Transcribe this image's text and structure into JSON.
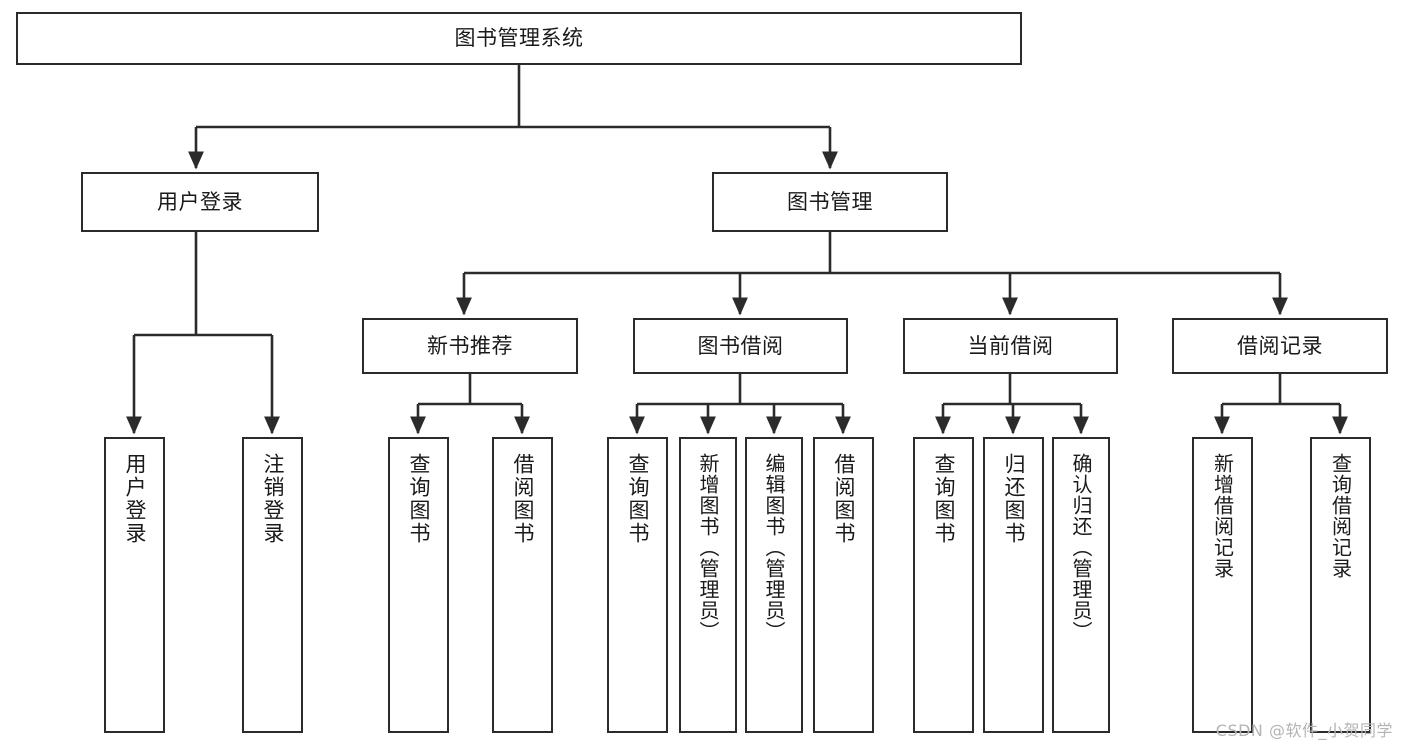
{
  "diagram": {
    "title": "图书管理系统",
    "watermark": "CSDN @软件_小贺同学",
    "colors": {
      "box_border": "#2b2b2b",
      "box_fill": "#ffffff",
      "connector": "#2b2b2b",
      "text": "#1a1a1a",
      "watermark": "#b4b4b4"
    },
    "levels": {
      "root": {
        "label": "图书管理系统"
      },
      "level2": [
        {
          "label": "用户登录"
        },
        {
          "label": "图书管理"
        }
      ],
      "level3": [
        {
          "label": "新书推荐"
        },
        {
          "label": "图书借阅"
        },
        {
          "label": "当前借阅"
        },
        {
          "label": "借阅记录"
        }
      ],
      "leaves": [
        {
          "label": "用户登录",
          "parent": "用户登录"
        },
        {
          "label": "注销登录",
          "parent": "用户登录"
        },
        {
          "label": "查询图书",
          "parent": "新书推荐"
        },
        {
          "label": "借阅图书",
          "parent": "新书推荐"
        },
        {
          "label": "查询图书",
          "parent": "图书借阅"
        },
        {
          "label": "新增图书（管理员）",
          "parent": "图书借阅"
        },
        {
          "label": "编辑图书（管理员）",
          "parent": "图书借阅"
        },
        {
          "label": "借阅图书",
          "parent": "图书借阅"
        },
        {
          "label": "查询图书",
          "parent": "当前借阅"
        },
        {
          "label": "归还图书",
          "parent": "当前借阅"
        },
        {
          "label": "确认归还（管理员）",
          "parent": "当前借阅"
        },
        {
          "label": "新增借阅记录",
          "parent": "借阅记录"
        },
        {
          "label": "查询借阅记录",
          "parent": "借阅记录"
        }
      ]
    }
  }
}
